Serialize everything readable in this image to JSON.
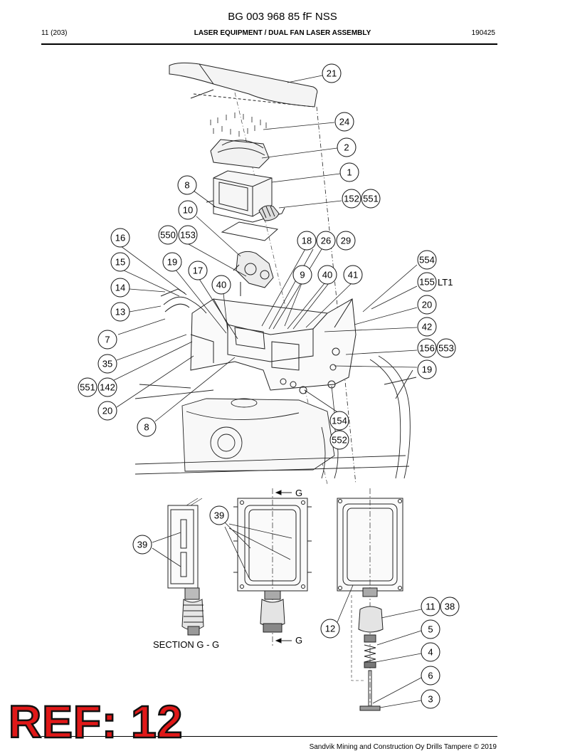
{
  "document": {
    "title": "BG 003 968 85 fF NSS",
    "page": "11 (203)",
    "section": "LASER EQUIPMENT / DUAL FAN LASER ASSEMBLY",
    "date_code": "190425",
    "footer": "Sandvik Mining and Construction Oy Drills Tampere © 2019",
    "ref_badge": "REF: 12"
  },
  "labels": {
    "section_caption": "SECTION  G - G",
    "section_mark_top": "G",
    "section_mark_bottom": "G",
    "lt1": "LT1"
  },
  "callouts": [
    {
      "id": "c21",
      "text": "21"
    },
    {
      "id": "c24",
      "text": "24"
    },
    {
      "id": "c2",
      "text": "2"
    },
    {
      "id": "c1",
      "text": "1"
    },
    {
      "id": "c8a",
      "text": "8"
    },
    {
      "id": "c152",
      "text": "152"
    },
    {
      "id": "c551a",
      "text": "551"
    },
    {
      "id": "c10",
      "text": "10"
    },
    {
      "id": "c550",
      "text": "550"
    },
    {
      "id": "c153",
      "text": "153"
    },
    {
      "id": "c16",
      "text": "16"
    },
    {
      "id": "c18",
      "text": "18"
    },
    {
      "id": "c26",
      "text": "26"
    },
    {
      "id": "c29",
      "text": "29"
    },
    {
      "id": "c554",
      "text": "554"
    },
    {
      "id": "c15",
      "text": "15"
    },
    {
      "id": "c19a",
      "text": "19"
    },
    {
      "id": "c17",
      "text": "17"
    },
    {
      "id": "c9",
      "text": "9"
    },
    {
      "id": "c40a",
      "text": "40"
    },
    {
      "id": "c41",
      "text": "41"
    },
    {
      "id": "c155",
      "text": "155"
    },
    {
      "id": "c14",
      "text": "14"
    },
    {
      "id": "c40b",
      "text": "40"
    },
    {
      "id": "c20a",
      "text": "20"
    },
    {
      "id": "c13",
      "text": "13"
    },
    {
      "id": "c42",
      "text": "42"
    },
    {
      "id": "c7",
      "text": "7"
    },
    {
      "id": "c156",
      "text": "156"
    },
    {
      "id": "c553",
      "text": "553"
    },
    {
      "id": "c35",
      "text": "35"
    },
    {
      "id": "c19b",
      "text": "19"
    },
    {
      "id": "c551b",
      "text": "551"
    },
    {
      "id": "c142",
      "text": "142"
    },
    {
      "id": "c20b",
      "text": "20"
    },
    {
      "id": "c154",
      "text": "154"
    },
    {
      "id": "c8b",
      "text": "8"
    },
    {
      "id": "c552",
      "text": "552"
    },
    {
      "id": "c39a",
      "text": "39"
    },
    {
      "id": "c39b",
      "text": "39"
    },
    {
      "id": "c11",
      "text": "11"
    },
    {
      "id": "c38",
      "text": "38"
    },
    {
      "id": "c12",
      "text": "12"
    },
    {
      "id": "c5",
      "text": "5"
    },
    {
      "id": "c4",
      "text": "4"
    },
    {
      "id": "c6",
      "text": "6"
    },
    {
      "id": "c3",
      "text": "3"
    }
  ]
}
